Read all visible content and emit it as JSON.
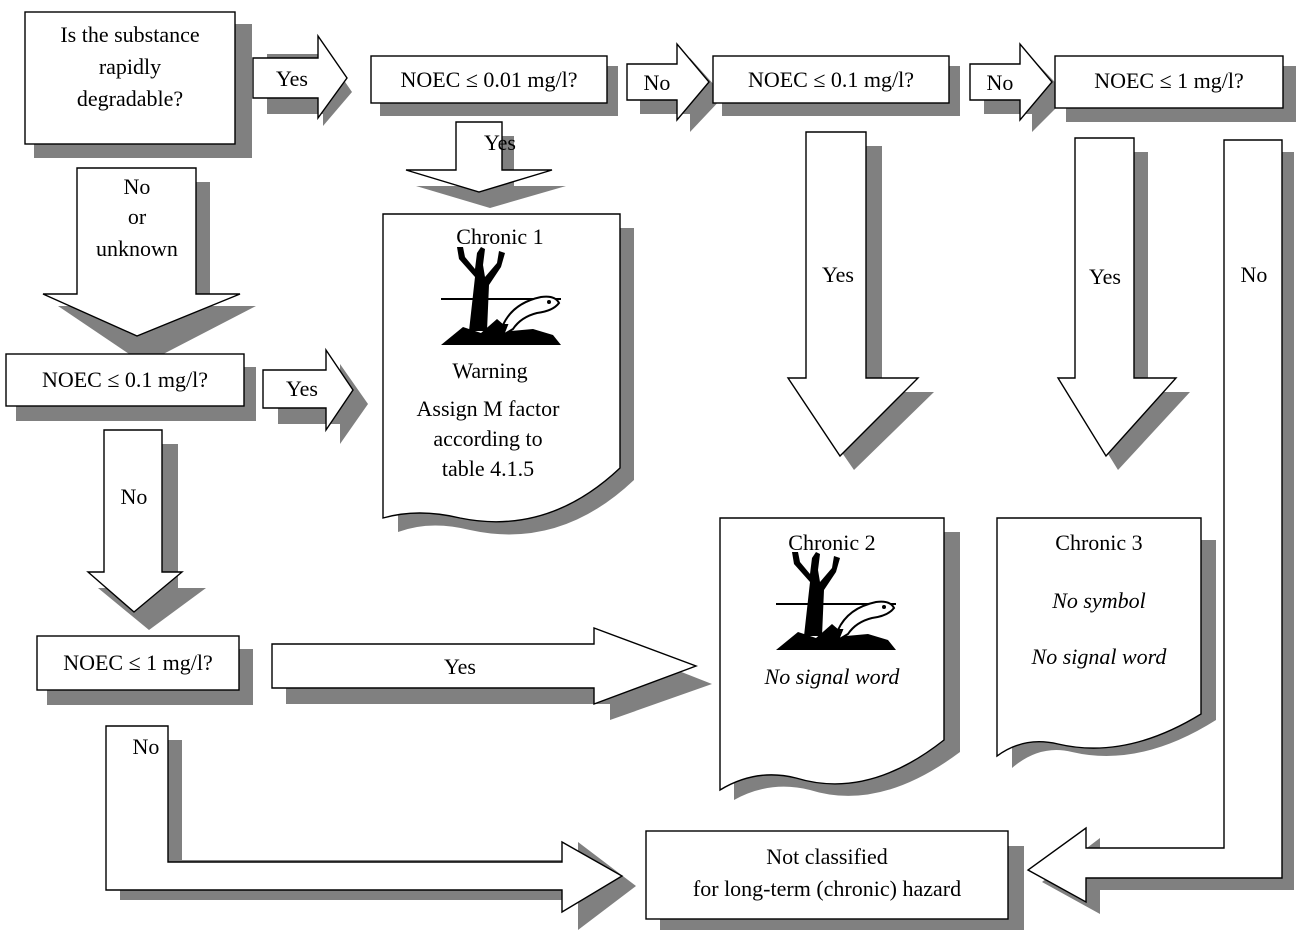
{
  "start_question": [
    "Is the substance",
    "rapidly",
    "degradable?"
  ],
  "q_degradable_noec_001": "NOEC ≤ 0.01 mg/l?",
  "q_degradable_noec_01": "NOEC ≤ 0.1 mg/l?",
  "q_degradable_noec_1": "NOEC ≤ 1 mg/l?",
  "q_nondegradable_noec_01": "NOEC ≤ 0.1 mg/l?",
  "q_nondegradable_noec_1": "NOEC ≤ 1 mg/l?",
  "labels": {
    "yes": "Yes",
    "no": "No",
    "no_or_unknown": [
      "No",
      "or",
      "unknown"
    ]
  },
  "chronic1": {
    "title": "Chronic 1",
    "signal": "Warning",
    "note": [
      "Assign M factor",
      "according to",
      "table 4.1.5"
    ]
  },
  "chronic2": {
    "title": "Chronic 2",
    "signal": "No signal word"
  },
  "chronic3": {
    "title": "Chronic 3",
    "symbol": "No symbol",
    "signal": "No signal word"
  },
  "not_classified": [
    "Not classified",
    "for long-term (chronic) hazard"
  ],
  "pictogram_icon": "environment-hazard-icon"
}
